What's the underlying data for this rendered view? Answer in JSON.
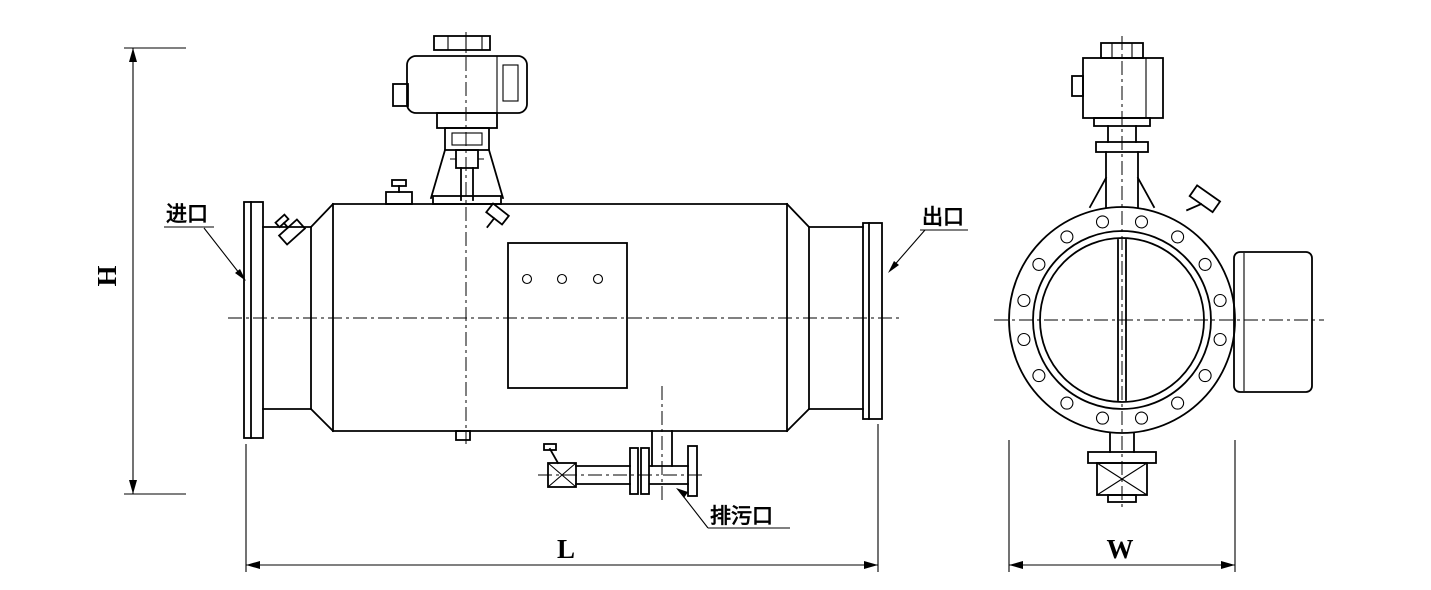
{
  "drawing": {
    "type": "engineering-diagram",
    "views": [
      "side-view",
      "end-view"
    ],
    "labels": {
      "inlet": "进口",
      "outlet": "出口",
      "drain": "排污口"
    },
    "dimensions": {
      "height": "H",
      "length": "L",
      "width": "W"
    },
    "colors": {
      "line": "#000000",
      "background": "#ffffff"
    }
  }
}
